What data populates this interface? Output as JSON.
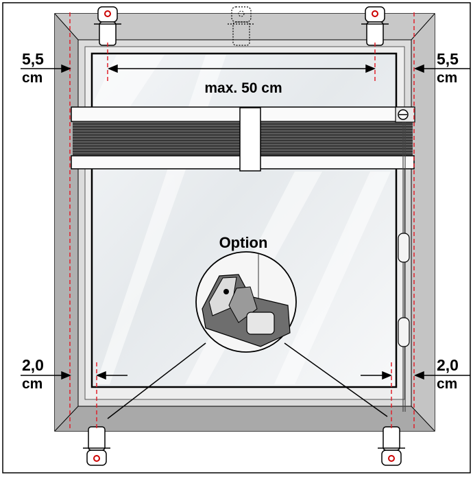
{
  "labels": {
    "top_left_value": "5,5",
    "top_left_unit": "cm",
    "top_right_value": "5,5",
    "top_right_unit": "cm",
    "max_width": "max. 50 cm",
    "option": "Option",
    "bottom_left_value": "2,0",
    "bottom_left_unit": "cm",
    "bottom_right_value": "2,0",
    "bottom_right_unit": "cm"
  },
  "colors": {
    "frame_outer": "#bdbdbd",
    "frame_inner": "#d9d9d9",
    "glass": "#e9ecef",
    "guide_line": "#e0202a",
    "ink": "#000000"
  },
  "icons": {
    "bracket": "mounting-bracket-icon",
    "optional_bracket": "optional-bracket-icon",
    "control": "handle-icon"
  }
}
